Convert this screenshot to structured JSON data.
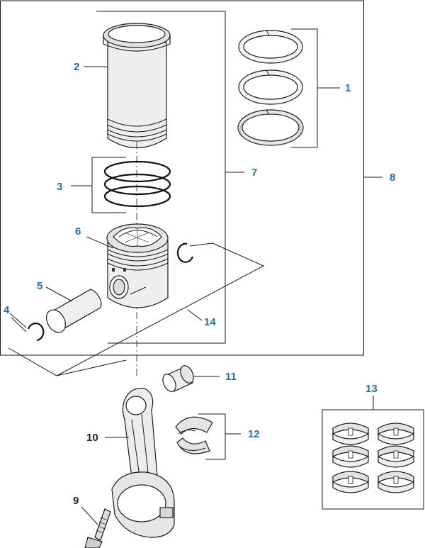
{
  "colors": {
    "callout_blue": "#1d6fb8",
    "callout_black": "#222222",
    "line": "#1a1a1a",
    "part_fill": "#f2f2f2",
    "part_shade": "#cfcfcf"
  },
  "callouts": {
    "c1": "1",
    "c2": "2",
    "c3": "3",
    "c4": "4",
    "c5": "5",
    "c6": "6",
    "c7": "7",
    "c8": "8",
    "c9": "9",
    "c10": "10",
    "c11": "11",
    "c12": "12",
    "c13": "13",
    "c14": "14"
  },
  "parts": {
    "piston_rings_set": "ring-set-icon",
    "cylinder_liner": "cylinder-liner-icon",
    "liner_o_rings": "o-ring-icon",
    "snap_ring": "snap-ring-icon",
    "piston_pin": "piston-pin-icon",
    "piston": "piston-icon",
    "connecting_rod_bolt": "bolt-icon",
    "connecting_rod": "connecting-rod-icon",
    "small_end_bushing": "bushing-icon",
    "rod_bearing": "bearing-shell-icon",
    "bearing_set": "bearing-set-icon"
  }
}
